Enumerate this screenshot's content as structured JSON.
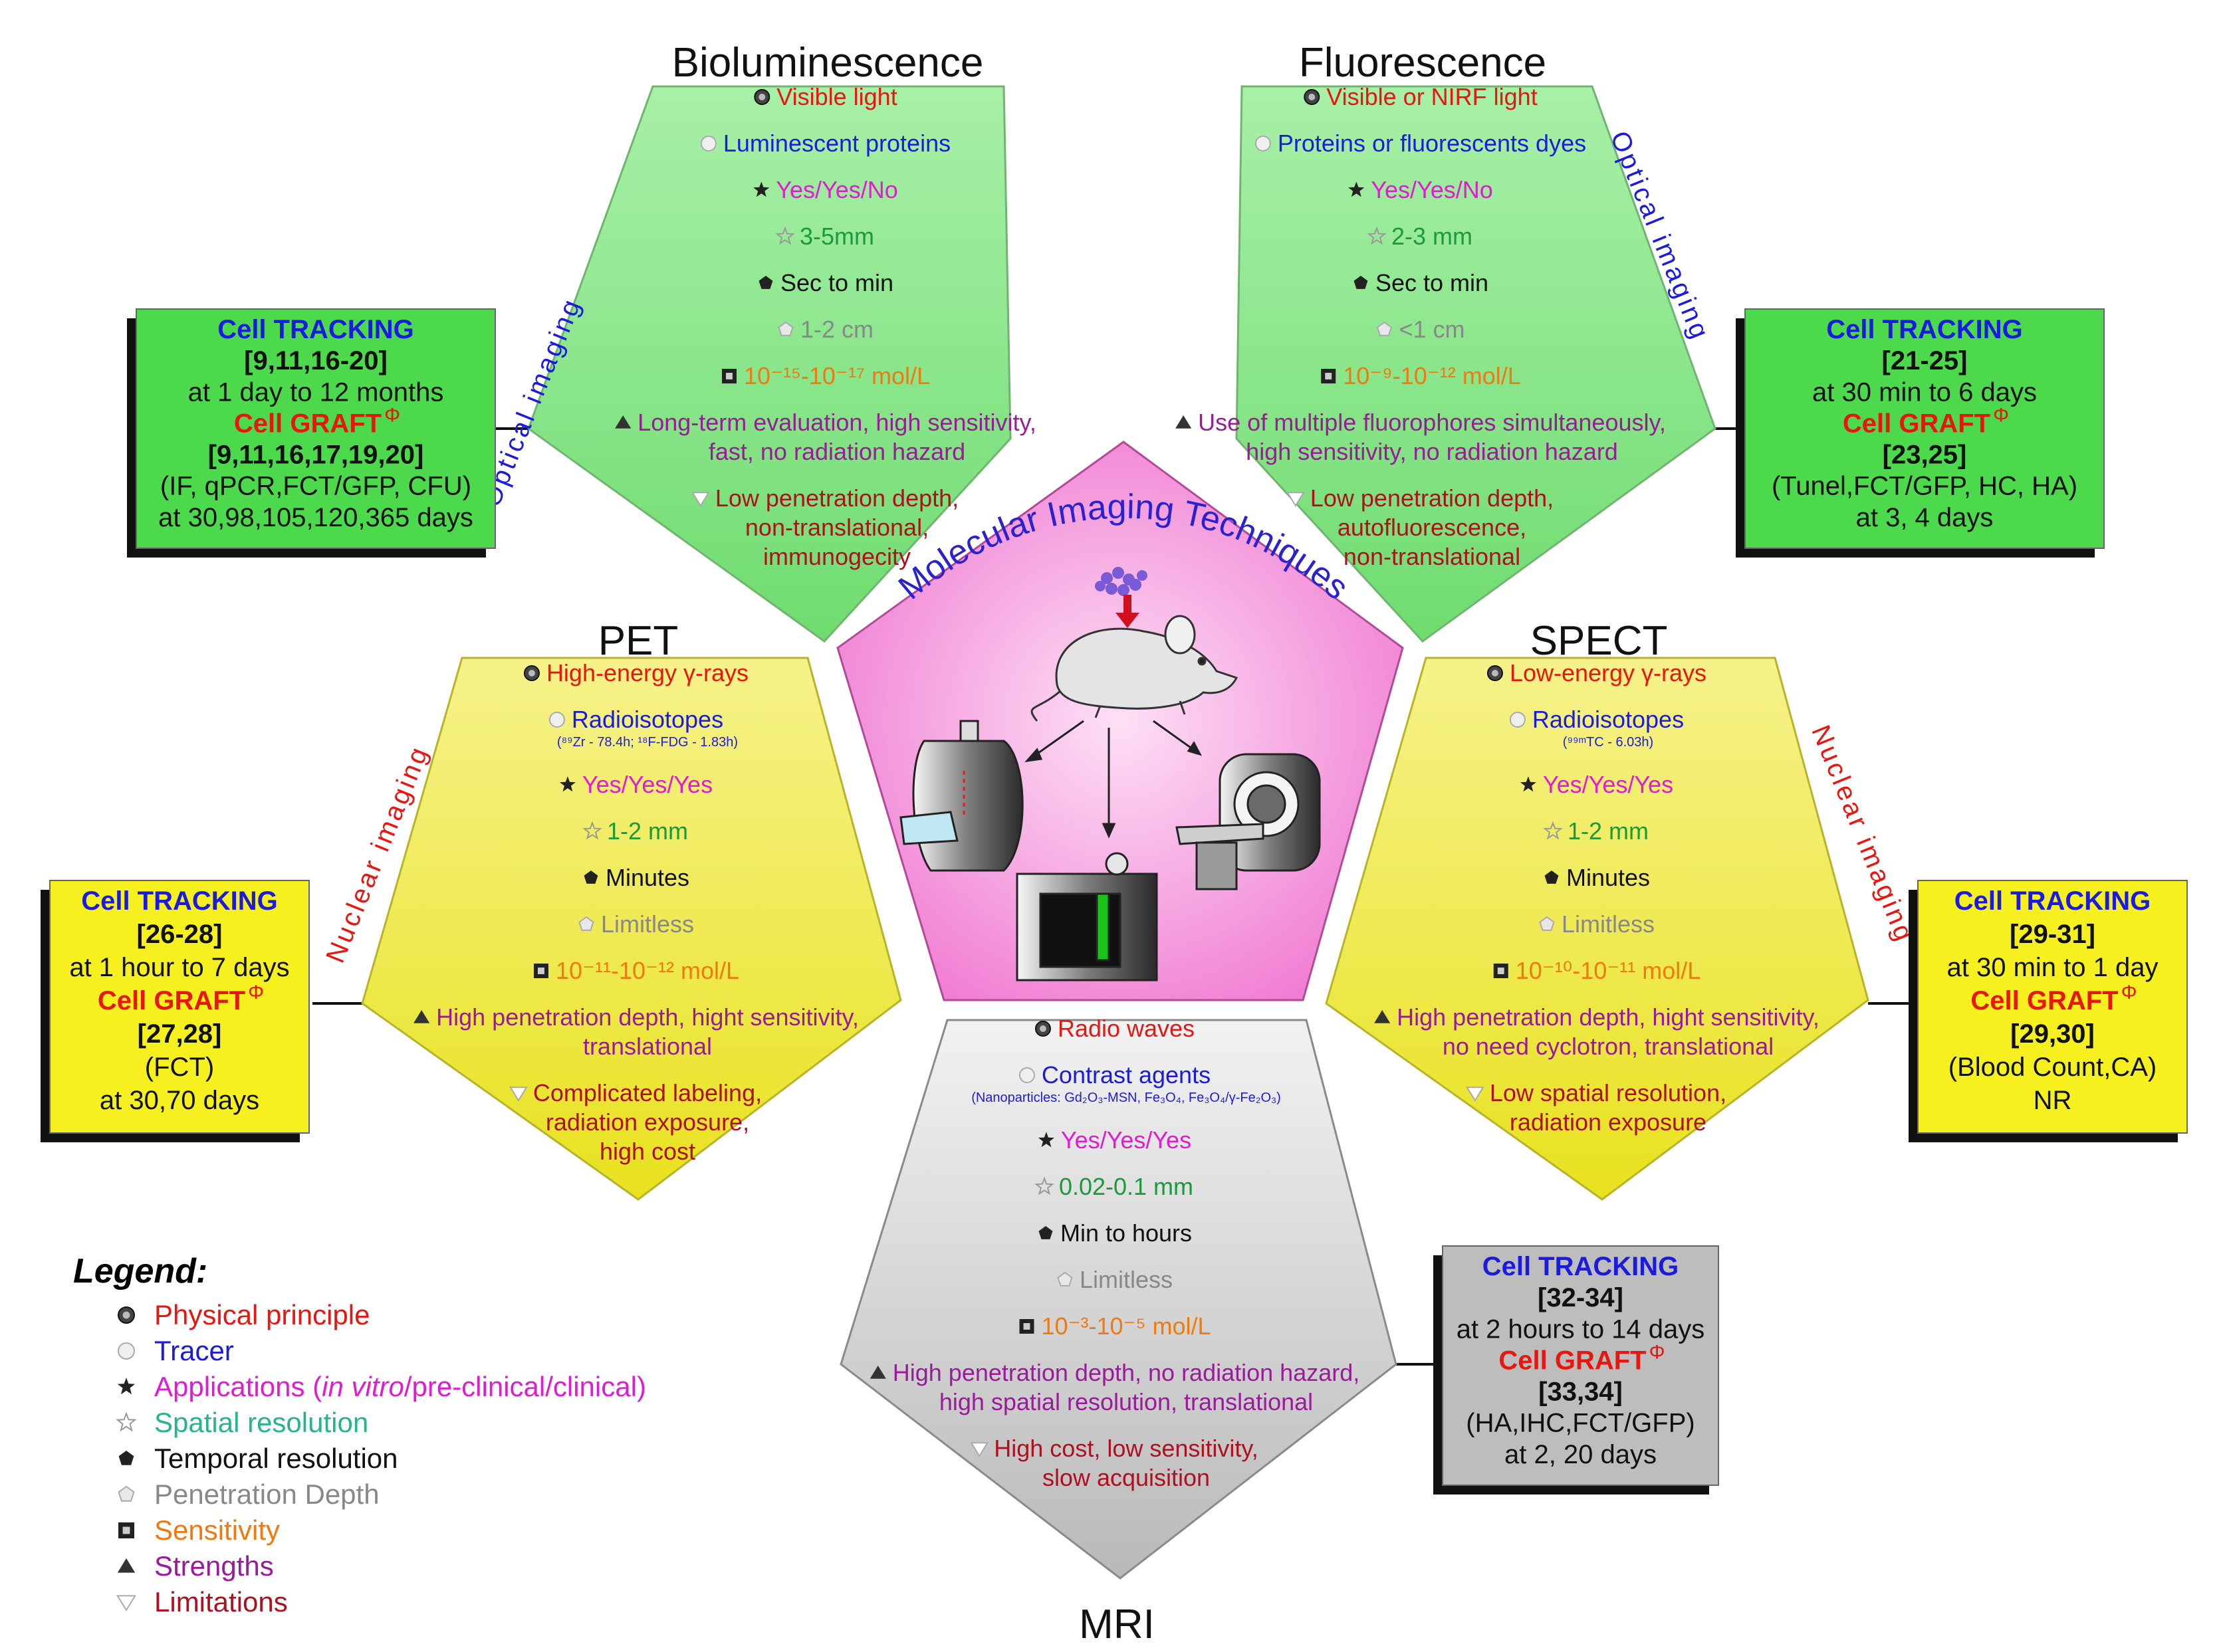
{
  "center": {
    "title": "Molecular Imaging Techniques"
  },
  "modalities": [
    {
      "id": "bioluminescence",
      "title": "Bioluminescence",
      "category": "Optical imaging",
      "fill": "#8ee88e",
      "items": [
        {
          "icon": "circle-dark-icon",
          "text": "Visible light",
          "color": "#e8160f"
        },
        {
          "icon": "circle-light-icon",
          "text": "Luminescent proteins",
          "color": "#1b1be0"
        },
        {
          "icon": "star-dark-icon",
          "text": "Yes/Yes/No",
          "color": "#e01bd2"
        },
        {
          "icon": "star-light-icon",
          "text": "3-5mm",
          "color": "#1b9a3c"
        },
        {
          "icon": "pentagon-dark-icon",
          "text": "Sec to min",
          "color": "#111111"
        },
        {
          "icon": "pentagon-light-icon",
          "text": "1-2 cm",
          "color": "#888888"
        },
        {
          "icon": "square-icon",
          "text": "10⁻¹⁵-10⁻¹⁷ mol/L",
          "color": "#f07a10"
        },
        {
          "icon": "triangle-up-icon",
          "text": "Long-term evaluation, high sensitivity,",
          "text2": "fast, no radiation hazard",
          "color": "#9a1b9a"
        },
        {
          "icon": "triangle-down-icon",
          "text": "Low penetration depth,",
          "text2": "non-translational,",
          "text3": "immunogecity",
          "color": "#b0101e"
        }
      ],
      "box": {
        "heading": "Cell TRACKING",
        "refs": "[9,11,16-20]",
        "period": "at 1 day to 12 months",
        "graft": "Cell GRAFT",
        "graft_sup": "Φ",
        "graft_refs": "[9,11,16,17,19,20]",
        "method": "(IF, qPCR,FCT/GFP, CFU)",
        "days": "at 30,98,105,120,365 days",
        "fill": "#4cd94c"
      }
    },
    {
      "id": "fluorescence",
      "title": "Fluorescence",
      "category": "Optical imaging",
      "fill": "#8ee88e",
      "items": [
        {
          "icon": "circle-dark-icon",
          "text": "Visible or NIRF light",
          "color": "#e8160f"
        },
        {
          "icon": "circle-light-icon",
          "text": "Proteins or fluorescents dyes",
          "color": "#1b1be0"
        },
        {
          "icon": "star-dark-icon",
          "text": "Yes/Yes/No",
          "color": "#e01bd2"
        },
        {
          "icon": "star-light-icon",
          "text": "2-3 mm",
          "color": "#1b9a3c"
        },
        {
          "icon": "pentagon-dark-icon",
          "text": "Sec to min",
          "color": "#111111"
        },
        {
          "icon": "pentagon-light-icon",
          "text": "<1 cm",
          "color": "#888888"
        },
        {
          "icon": "square-icon",
          "text": "10⁻⁹-10⁻¹² mol/L",
          "color": "#f07a10"
        },
        {
          "icon": "triangle-up-icon",
          "text": "Use of multiple fluorophores simultaneously,",
          "text2": "high sensitivity, no radiation hazard",
          "color": "#9a1b9a"
        },
        {
          "icon": "triangle-down-icon",
          "text": "Low penetration depth,",
          "text2": "autofluorescence,",
          "text3": "non-translational",
          "color": "#b0101e"
        }
      ],
      "box": {
        "heading": "Cell TRACKING",
        "refs": "[21-25]",
        "period": "at 30 min to 6 days",
        "graft": "Cell GRAFT",
        "graft_sup": "Φ",
        "graft_refs": "[23,25]",
        "method": "(Tunel,FCT/GFP, HC, HA)",
        "days": "at 3, 4 days",
        "fill": "#4cd94c"
      }
    },
    {
      "id": "pet",
      "title": "PET",
      "category": "Nuclear imaging",
      "fill": "#f2ee3a",
      "items": [
        {
          "icon": "circle-dark-icon",
          "text": "High-energy γ-rays",
          "color": "#e8160f"
        },
        {
          "icon": "circle-light-icon",
          "text": "Radioisotopes",
          "note": "(⁸⁹Zr - 78.4h; ¹⁸F-FDG - 1.83h)",
          "color": "#1b1be0"
        },
        {
          "icon": "star-dark-icon",
          "text": "Yes/Yes/Yes",
          "color": "#e01bd2"
        },
        {
          "icon": "star-light-icon",
          "text": "1-2 mm",
          "color": "#1b9a3c"
        },
        {
          "icon": "pentagon-dark-icon",
          "text": "Minutes",
          "color": "#111111"
        },
        {
          "icon": "pentagon-light-icon",
          "text": "Limitless",
          "color": "#888888"
        },
        {
          "icon": "square-icon",
          "text": "10⁻¹¹-10⁻¹² mol/L",
          "color": "#f07a10"
        },
        {
          "icon": "triangle-up-icon",
          "text": "High penetration depth, hight sensitivity,",
          "text2": "translational",
          "color": "#9a1b9a"
        },
        {
          "icon": "triangle-down-icon",
          "text": "Complicated labeling,",
          "text2": "radiation exposure,",
          "text3": "high cost",
          "color": "#b0101e"
        }
      ],
      "box": {
        "heading": "Cell TRACKING",
        "refs": "[26-28]",
        "period": "at 1 hour to 7 days",
        "graft": "Cell GRAFT",
        "graft_sup": "Φ",
        "graft_refs": "[27,28]",
        "method": "(FCT)",
        "days": "at 30,70 days",
        "fill": "#f5f01e"
      }
    },
    {
      "id": "spect",
      "title": "SPECT",
      "category": "Nuclear imaging",
      "fill": "#f2ee3a",
      "items": [
        {
          "icon": "circle-dark-icon",
          "text": "Low-energy γ-rays",
          "color": "#e8160f"
        },
        {
          "icon": "circle-light-icon",
          "text": "Radioisotopes",
          "note": "(⁹⁹ᵐTC - 6.03h)",
          "color": "#1b1be0"
        },
        {
          "icon": "star-dark-icon",
          "text": "Yes/Yes/Yes",
          "color": "#e01bd2"
        },
        {
          "icon": "star-light-icon",
          "text": "1-2 mm",
          "color": "#1b9a3c"
        },
        {
          "icon": "pentagon-dark-icon",
          "text": "Minutes",
          "color": "#111111"
        },
        {
          "icon": "pentagon-light-icon",
          "text": "Limitless",
          "color": "#888888"
        },
        {
          "icon": "square-icon",
          "text": "10⁻¹⁰-10⁻¹¹ mol/L",
          "color": "#f07a10"
        },
        {
          "icon": "triangle-up-icon",
          "text": "High penetration depth, hight sensitivity,",
          "text2": "no need cyclotron, translational",
          "color": "#9a1b9a"
        },
        {
          "icon": "triangle-down-icon",
          "text": "Low spatial resolution,",
          "text2": "radiation exposure",
          "color": "#b0101e"
        }
      ],
      "box": {
        "heading": "Cell TRACKING",
        "refs": "[29-31]",
        "period": "at 30 min to 1 day",
        "graft": "Cell GRAFT",
        "graft_sup": "Φ",
        "graft_refs": "[29,30]",
        "method": "(Blood Count,CA)",
        "days": "NR",
        "fill": "#f5f01e"
      }
    },
    {
      "id": "mri",
      "title": "MRI",
      "fill": "#cfcfcf",
      "items": [
        {
          "icon": "circle-dark-icon",
          "text": "Radio waves",
          "color": "#e8160f"
        },
        {
          "icon": "circle-light-icon",
          "text": "Contrast agents",
          "note": "(Nanoparticles: Gd₂O₃-MSN, Fe₃O₄, Fe₃O₄/γ-Fe₂O₃)",
          "color": "#1b1be0"
        },
        {
          "icon": "star-dark-icon",
          "text": "Yes/Yes/Yes",
          "color": "#e01bd2"
        },
        {
          "icon": "star-light-icon",
          "text": "0.02-0.1 mm",
          "color": "#1b9a3c"
        },
        {
          "icon": "pentagon-dark-icon",
          "text": "Min to hours",
          "color": "#111111"
        },
        {
          "icon": "pentagon-light-icon",
          "text": "Limitless",
          "color": "#888888"
        },
        {
          "icon": "square-icon",
          "text": "10⁻³-10⁻⁵ mol/L",
          "color": "#f07a10"
        },
        {
          "icon": "triangle-up-icon",
          "text": "High penetration depth, no radiation hazard,",
          "text2": "high spatial resolution, translational",
          "color": "#9a1b9a"
        },
        {
          "icon": "triangle-down-icon",
          "text": "High cost, low sensitivity,",
          "text2": "slow acquisition",
          "color": "#b0101e"
        }
      ],
      "box": {
        "heading": "Cell TRACKING",
        "refs": "[32-34]",
        "period": "at 2 hours to 14 days",
        "graft": "Cell GRAFT",
        "graft_sup": "Φ",
        "graft_refs": "[33,34]",
        "method": "(HA,IHC,FCT/GFP)",
        "days": "at 2, 20 days",
        "fill": "#bdbdbd"
      }
    }
  ],
  "box_colors": {
    "heading": "#1b1be0",
    "graft": "#e8160f",
    "body": "#111111"
  },
  "legend": {
    "title": "Legend:",
    "items": [
      {
        "icon": "circle-dark-icon",
        "label": "Physical principle",
        "color": "#e8160f"
      },
      {
        "icon": "circle-light-icon",
        "label": "Tracer",
        "color": "#1b1be0"
      },
      {
        "icon": "star-dark-icon",
        "label_pre": "Applications (",
        "label_it": "in vitro",
        "label_post": "/pre-clinical/clinical)",
        "color": "#e01bd2"
      },
      {
        "icon": "star-light-icon",
        "label": "Spatial resolution",
        "color": "#26b58a"
      },
      {
        "icon": "pentagon-dark-icon",
        "label": "Temporal resolution",
        "color": "#111111"
      },
      {
        "icon": "pentagon-light-icon",
        "label": "Penetration Depth",
        "color": "#888888"
      },
      {
        "icon": "square-icon",
        "label": "Sensitivity",
        "color": "#f07a10"
      },
      {
        "icon": "triangle-up-icon",
        "label": "Strengths",
        "color": "#9a1b9a"
      },
      {
        "icon": "triangle-down-icon",
        "label": "Limitations",
        "color": "#b0101e"
      }
    ]
  }
}
